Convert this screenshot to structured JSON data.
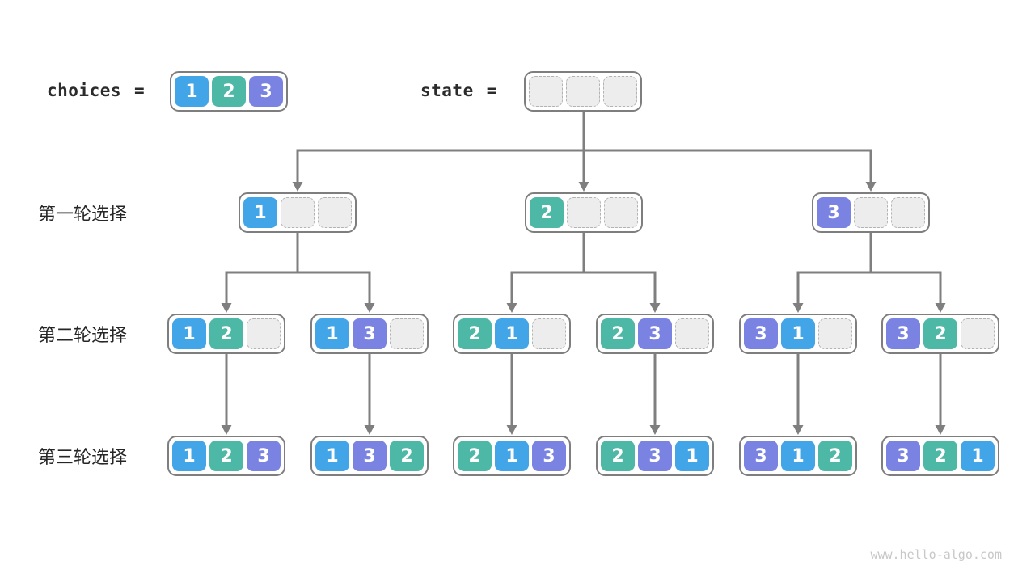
{
  "header": {
    "choices_label": "choices",
    "state_label": "state",
    "equals": "=",
    "choices_cells": [
      "1",
      "2",
      "3"
    ],
    "state_cells": [
      "",
      "",
      ""
    ]
  },
  "rows": [
    {
      "label": "第一轮选择",
      "nodes": [
        [
          "1",
          "",
          ""
        ],
        [
          "2",
          "",
          ""
        ],
        [
          "3",
          "",
          ""
        ]
      ]
    },
    {
      "label": "第二轮选择",
      "nodes": [
        [
          "1",
          "2",
          ""
        ],
        [
          "1",
          "3",
          ""
        ],
        [
          "2",
          "1",
          ""
        ],
        [
          "2",
          "3",
          ""
        ],
        [
          "3",
          "1",
          ""
        ],
        [
          "3",
          "2",
          ""
        ]
      ]
    },
    {
      "label": "第三轮选择",
      "nodes": [
        [
          "1",
          "2",
          "3"
        ],
        [
          "1",
          "3",
          "2"
        ],
        [
          "2",
          "1",
          "3"
        ],
        [
          "2",
          "3",
          "1"
        ],
        [
          "3",
          "1",
          "2"
        ],
        [
          "3",
          "2",
          "1"
        ]
      ]
    }
  ],
  "colors": {
    "1": "#41a5e8",
    "2": "#4eb8a6",
    "3": "#7a82e2",
    "empty_fill": "#ededed",
    "arrow": "#7f7f7f",
    "box_border": "#7e7e7e"
  },
  "footer": {
    "watermark": "www.hello-algo.com"
  }
}
